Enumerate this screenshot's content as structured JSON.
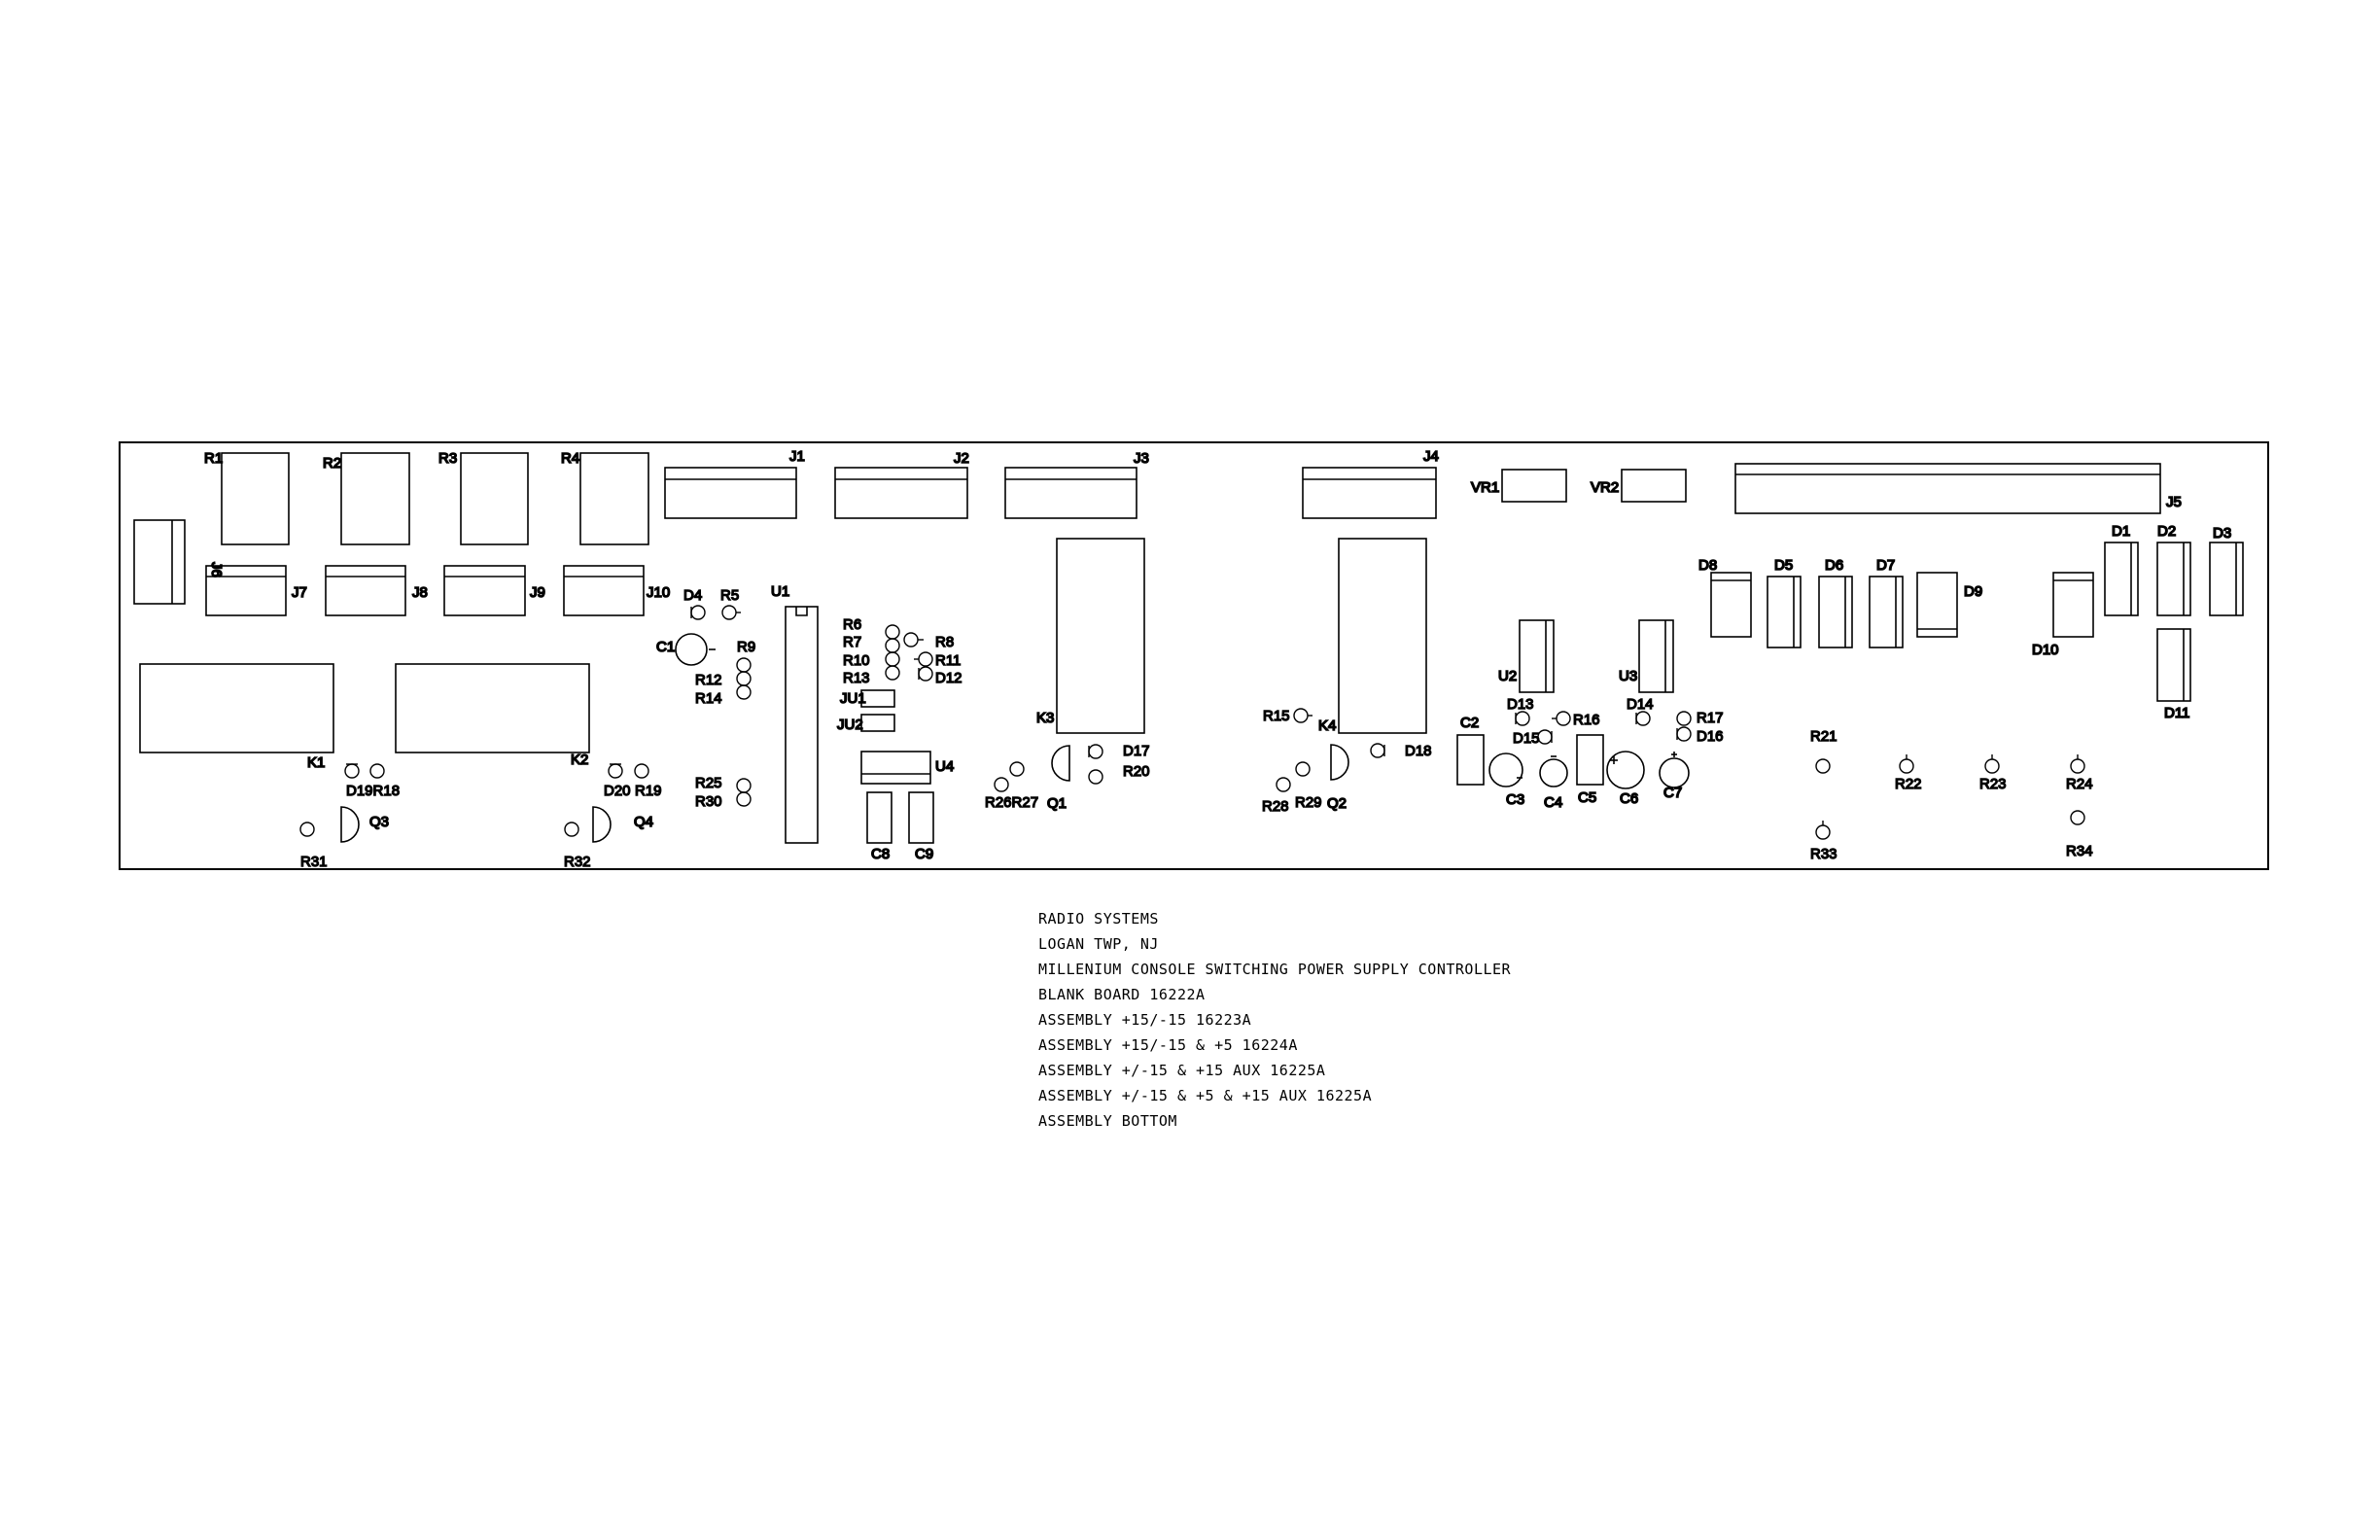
{
  "components": {
    "R1": "R1",
    "R2": "R2",
    "R3": "R3",
    "R4": "R4",
    "J1": "J1",
    "J2": "J2",
    "J3": "J3",
    "J4": "J4",
    "J5": "J5",
    "J6": "J6",
    "J7": "J7",
    "J8": "J8",
    "J9": "J9",
    "J10": "J10",
    "VR1": "VR1",
    "VR2": "VR2",
    "K1": "K1",
    "K2": "K2",
    "K3": "K3",
    "K4": "K4",
    "U1": "U1",
    "U2": "U2",
    "U3": "U3",
    "U4": "U4",
    "JU1": "JU1",
    "JU2": "JU2",
    "C1": "C1",
    "C2": "C2",
    "C3": "C3",
    "C4": "C4",
    "C5": "C5",
    "C6": "C6",
    "C7": "C7",
    "C8": "C8",
    "C9": "C9",
    "D1": "D1",
    "D2": "D2",
    "D3": "D3",
    "D4": "D4",
    "D5": "D5",
    "D6": "D6",
    "D7": "D7",
    "D8": "D8",
    "D9": "D9",
    "D10": "D10",
    "D11": "D11",
    "D12": "D12",
    "D13": "D13",
    "D14": "D14",
    "D15": "D15",
    "D16": "D16",
    "D17": "D17",
    "D18": "D18",
    "D19R18": "D19R18",
    "D20": "D20",
    "R5": "R5",
    "R6": "R6",
    "R7": "R7",
    "R8": "R8",
    "R9": "R9",
    "R10": "R10",
    "R11": "R11",
    "R12": "R12",
    "R13": "R13",
    "R14": "R14",
    "R15": "R15",
    "R16": "R16",
    "R17": "R17",
    "R19": "R19",
    "R20": "R20",
    "R21": "R21",
    "R22": "R22",
    "R23": "R23",
    "R24": "R24",
    "R25": "R25",
    "R26R27": "R26R27",
    "R28": "R28",
    "R29": "R29",
    "R30": "R30",
    "R31": "R31",
    "R32": "R32",
    "R33": "R33",
    "R34": "R34",
    "Q1": "Q1",
    "Q2": "Q2",
    "Q3": "Q3",
    "Q4": "Q4"
  },
  "title_block": [
    "RADIO SYSTEMS",
    "LOGAN TWP, NJ",
    "MILLENIUM CONSOLE SWITCHING POWER SUPPLY CONTROLLER",
    "BLANK BOARD 16222A",
    "ASSEMBLY +15/-15 16223A",
    "ASSEMBLY +15/-15 & +5 16224A",
    "ASSEMBLY +/-15 & +15 AUX 16225A",
    "ASSEMBLY +/-15 & +5 & +15 AUX 16225A",
    "ASSEMBLY BOTTOM"
  ]
}
